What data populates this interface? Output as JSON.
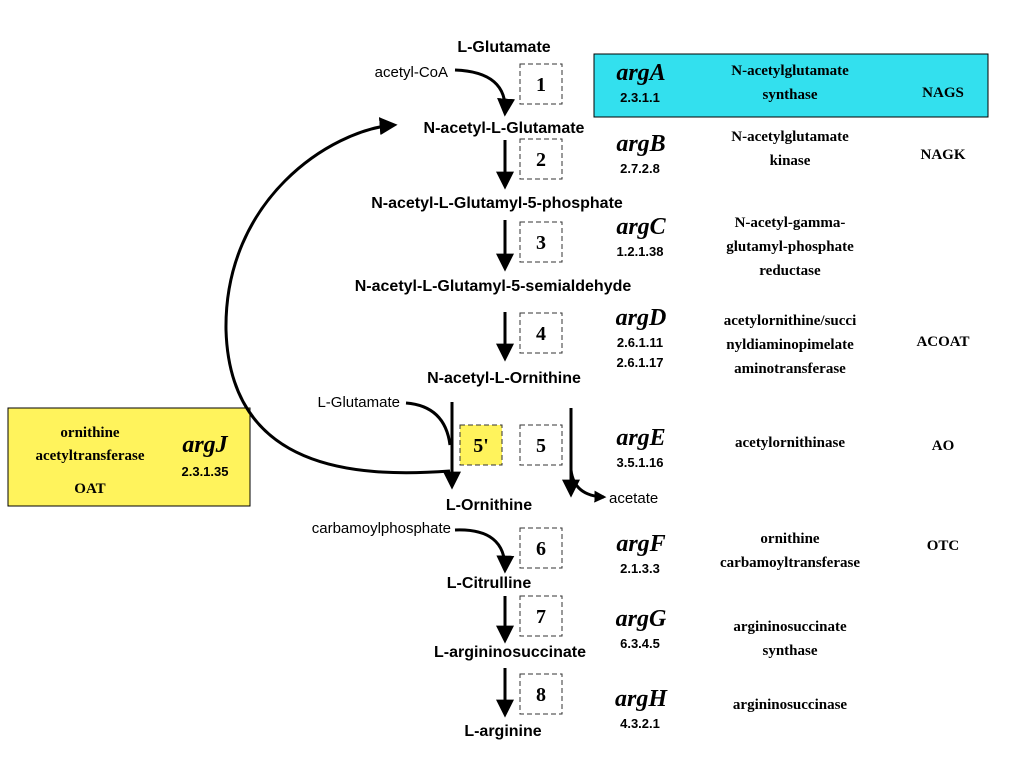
{
  "colors": {
    "nags_highlight": "#33e0ee",
    "argj_highlight": "#fff35c",
    "step5prime_box": "#fff35c",
    "step1_box": "#33e0ee",
    "line": "#000000"
  },
  "compounds": {
    "l_glutamate": "L-Glutamate",
    "n_acetyl_glutamate": "N-acetyl-L-Glutamate",
    "n_acetyl_glutamyl_phosphate": "N-acetyl-L-Glutamyl-5-phosphate",
    "n_acetyl_glutamyl_semialdehyde": "N-acetyl-L-Glutamyl-5-semialdehyde",
    "n_acetyl_ornithine": "N-acetyl-L-Ornithine",
    "l_ornithine": "L-Ornithine",
    "l_citrulline": "L-Citrulline",
    "l_argininosuccinate": "L-argininosuccinate",
    "l_arginine": "L-arginine"
  },
  "cofactors": {
    "acetyl_coa": "acetyl-CoA",
    "l_glutamate_side": "L-Glutamate",
    "acetate": "acetate",
    "carbamoylphosphate": "carbamoylphosphate"
  },
  "steps": [
    {
      "number": "1",
      "gene": "argA",
      "ec": [
        "2.3.1.1"
      ],
      "enzyme": [
        "N-acetylglutamate",
        "synthase"
      ],
      "abbr": "NAGS"
    },
    {
      "number": "2",
      "gene": "argB",
      "ec": [
        "2.7.2.8"
      ],
      "enzyme": [
        "N-acetylglutamate",
        "kinase"
      ],
      "abbr": "NAGK"
    },
    {
      "number": "3",
      "gene": "argC",
      "ec": [
        "1.2.1.38"
      ],
      "enzyme": [
        "N-acetyl-gamma-",
        "glutamyl-phosphate",
        "reductase"
      ],
      "abbr": ""
    },
    {
      "number": "4",
      "gene": "argD",
      "ec": [
        "2.6.1.11",
        "2.6.1.17"
      ],
      "enzyme": [
        "acetylornithine/succi",
        "nyldiaminopimelate",
        "aminotransferase"
      ],
      "abbr": "ACOAT"
    },
    {
      "number": "5",
      "gene": "argE",
      "ec": [
        "3.5.1.16"
      ],
      "enzyme": [
        "acetylornithinase"
      ],
      "abbr": "AO"
    },
    {
      "number": "6",
      "gene": "argF",
      "ec": [
        "2.1.3.3"
      ],
      "enzyme": [
        "ornithine",
        "carbamoyltransferase"
      ],
      "abbr": "OTC"
    },
    {
      "number": "7",
      "gene": "argG",
      "ec": [
        "6.3.4.5"
      ],
      "enzyme": [
        "argininosuccinate",
        "synthase"
      ],
      "abbr": ""
    },
    {
      "number": "8",
      "gene": "argH",
      "ec": [
        "4.3.2.1"
      ],
      "enzyme": [
        "argininosuccinase"
      ],
      "abbr": ""
    }
  ],
  "step5prime": {
    "number": "5'",
    "gene": "argJ",
    "ec": "2.3.1.35",
    "enzyme": [
      "ornithine",
      "acetyltransferase"
    ],
    "abbr": "OAT"
  }
}
